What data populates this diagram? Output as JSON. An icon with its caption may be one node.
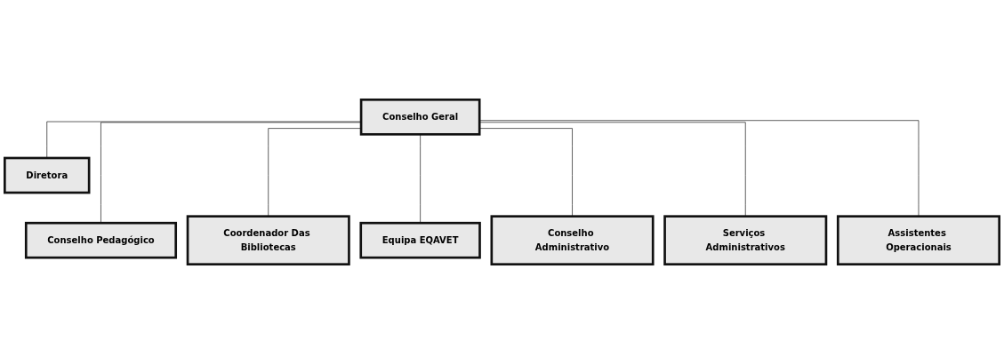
{
  "diagram": {
    "nodes": [
      {
        "text": [
          "Conselho Geral"
        ]
      },
      {
        "text": [
          "Diretora"
        ]
      },
      {
        "text": [
          "Conselho Pedagógico"
        ]
      },
      {
        "text": [
          "Coordenador Das Bibliotecas"
        ]
      },
      {
        "text": [
          "Equipa EQAVET"
        ]
      },
      {
        "text": [
          "Conselho Administrativo"
        ]
      },
      {
        "text": [
          "Serviços Administrativos"
        ]
      },
      {
        "text": [
          "Assistentes Operacionais"
        ]
      }
    ],
    "edges": [
      {
        "from": 0,
        "to": 1,
        "arrow": "none"
      },
      {
        "from": 0,
        "to": 2,
        "arrow": "none"
      },
      {
        "from": 0,
        "to": 3,
        "arrow": "none"
      },
      {
        "from": 0,
        "to": 4,
        "arrow": "none"
      },
      {
        "from": 0,
        "to": 5,
        "arrow": "none"
      },
      {
        "from": 0,
        "to": 6,
        "arrow": "none"
      },
      {
        "from": 0,
        "to": 7,
        "arrow": "none"
      }
    ]
  }
}
